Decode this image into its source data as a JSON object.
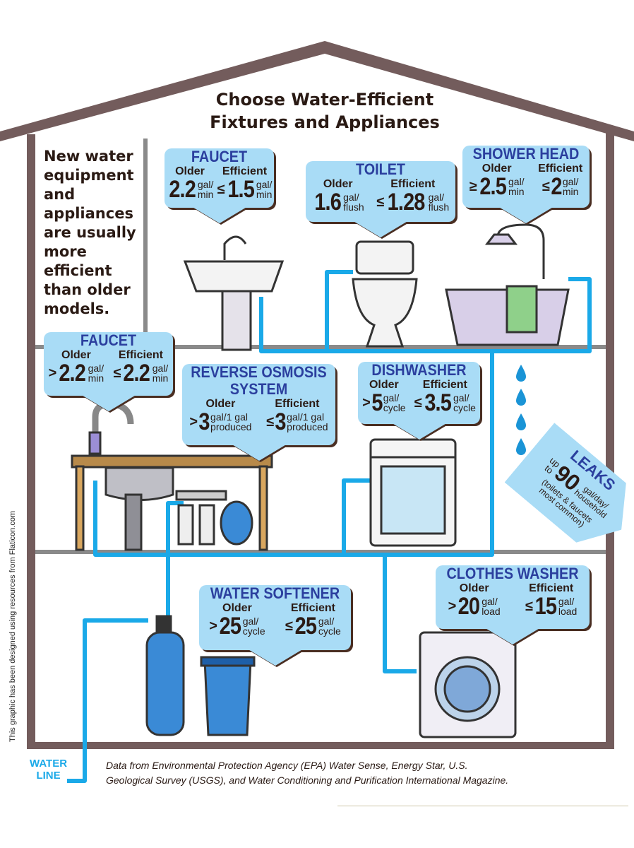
{
  "title": {
    "line1": "Choose Water-Efficient",
    "line2": "Fixtures and Appliances"
  },
  "intro": "New water equipment and appliances are usually more efficient than older models.",
  "callouts": {
    "faucet_top": {
      "title": "FAUCET",
      "older": {
        "label": "Older",
        "sign": "",
        "value": "2.2",
        "unit_top": "gal/",
        "unit_bottom": "min"
      },
      "efficient": {
        "label": "Efficient",
        "sign": "≤",
        "value": "1.5",
        "unit_top": "gal/",
        "unit_bottom": "min"
      }
    },
    "toilet": {
      "title": "TOILET",
      "older": {
        "label": "Older",
        "sign": "",
        "value": "1.6",
        "unit_top": "gal/",
        "unit_bottom": "flush"
      },
      "efficient": {
        "label": "Efficient",
        "sign": "≤",
        "value": "1.28",
        "unit_top": "gal/",
        "unit_bottom": "flush"
      }
    },
    "shower_head": {
      "title": "SHOWER HEAD",
      "older": {
        "label": "Older",
        "sign": "≥",
        "value": "2.5",
        "unit_top": "gal/",
        "unit_bottom": "min"
      },
      "efficient": {
        "label": "Efficient",
        "sign": "≤",
        "value": "2",
        "unit_top": "gal/",
        "unit_bottom": "min"
      }
    },
    "faucet_kitchen": {
      "title": "FAUCET",
      "older": {
        "label": "Older",
        "sign": ">",
        "value": "2.2",
        "unit_top": "gal/",
        "unit_bottom": "min"
      },
      "efficient": {
        "label": "Efficient",
        "sign": "≤",
        "value": "2.2",
        "unit_top": "gal/",
        "unit_bottom": "min"
      }
    },
    "reverse_osmosis": {
      "title": "REVERSE OSMOSIS SYSTEM",
      "older": {
        "label": "Older",
        "sign": ">",
        "value": "3",
        "unit_top": "gal/1 gal",
        "unit_bottom": "produced"
      },
      "efficient": {
        "label": "Efficient",
        "sign": "≤",
        "value": "3",
        "unit_top": "gal/1 gal",
        "unit_bottom": "produced"
      }
    },
    "dishwasher": {
      "title": "DISHWASHER",
      "older": {
        "label": "Older",
        "sign": ">",
        "value": "5",
        "unit_top": "gal/",
        "unit_bottom": "cycle"
      },
      "efficient": {
        "label": "Efficient",
        "sign": "≤",
        "value": "3.5",
        "unit_top": "gal/",
        "unit_bottom": "cycle"
      }
    },
    "clothes_washer": {
      "title": "CLOTHES WASHER",
      "older": {
        "label": "Older",
        "sign": ">",
        "value": "20",
        "unit_top": "gal/",
        "unit_bottom": "load"
      },
      "efficient": {
        "label": "Efficient",
        "sign": "≤",
        "value": "15",
        "unit_top": "gal/",
        "unit_bottom": "load"
      }
    },
    "water_softener": {
      "title": "WATER SOFTENER",
      "older": {
        "label": "Older",
        "sign": ">",
        "value": "25",
        "unit_top": "gal/",
        "unit_bottom": "cycle"
      },
      "efficient": {
        "label": "Efficient",
        "sign": "≤",
        "value": "25",
        "unit_top": "gal/",
        "unit_bottom": "cycle"
      }
    }
  },
  "leaks": {
    "title": "LEAKS",
    "prefix_top": "up",
    "prefix_bottom": "to",
    "value": "90",
    "unit_top": "gal/day/",
    "unit_bottom": "household",
    "note_top": "(toilets & faucets",
    "note_bottom": "most common)"
  },
  "credit": "This graphic has been designed using resources from Flaticon.com",
  "water_line": {
    "line1": "WATER",
    "line2": "LINE"
  },
  "source": {
    "line1": "Data from Environmental Protection Agency (EPA) Water Sense, Energy Star, U.S.",
    "line2": "Geological Survey (USGS), and Water Conditioning and Purification International Magazine."
  },
  "colors": {
    "wall": "#735c5c",
    "pipe": "#1aa9e8",
    "callout": "#a9dcf6",
    "title_blue": "#2b3f9e"
  }
}
